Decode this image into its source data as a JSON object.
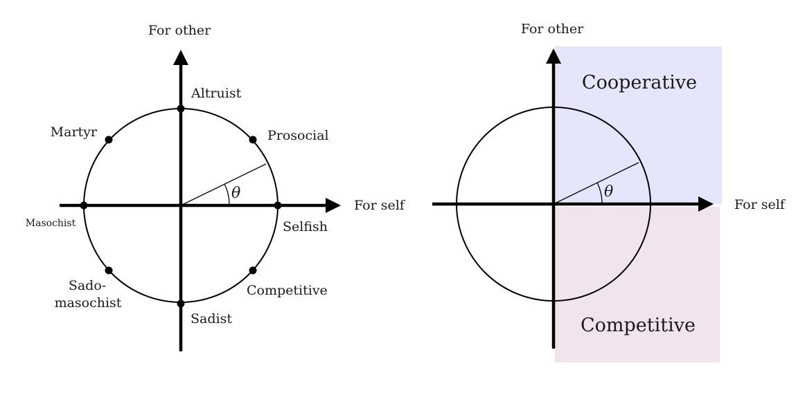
{
  "left_panel": {
    "x_axis_label": "For self",
    "y_axis_label": "For other",
    "angle_label": "θ",
    "points": {
      "altruist": "Altruist",
      "prosocial": "Prosocial",
      "martyr": "Martyr",
      "masochist": "Masochist",
      "selfish": "Selfish",
      "sadomasochist_line1": "Sado-",
      "sadomasochist_line2": "masochist",
      "competitive": "Competitive",
      "sadist": "Sadist"
    }
  },
  "right_panel": {
    "x_axis_label": "For self",
    "y_axis_label": "For other",
    "angle_label": "θ",
    "regions": {
      "upper": "Cooperative",
      "lower": "Competitive"
    },
    "colors": {
      "upper": "#e6e6fb",
      "lower": "#f1e4ec"
    }
  }
}
